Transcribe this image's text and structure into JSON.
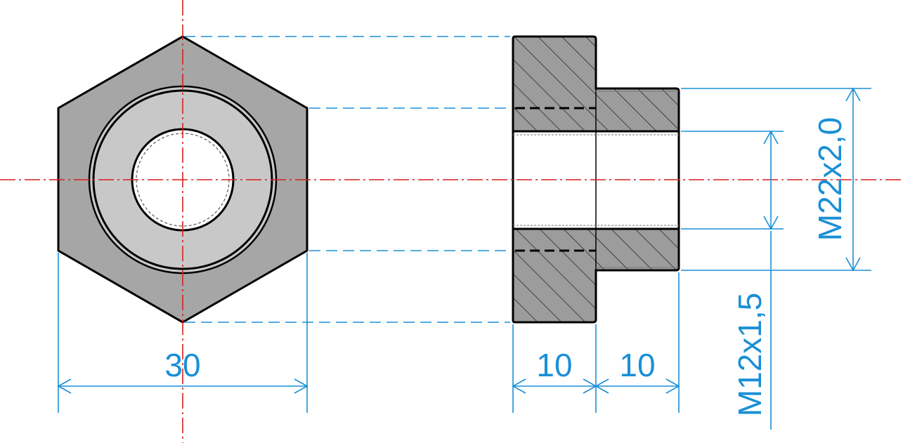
{
  "dimensions": {
    "hex_width": "30",
    "flange_length": "10",
    "spigot_length": "10",
    "outer_thread": "M22x2,0",
    "inner_thread": "M12x1,5"
  },
  "colors": {
    "centerline": "#d81e1e",
    "dimension": "#1a8fd6",
    "hex_fill": "#a6a6a6",
    "face_fill": "#c8c8c8",
    "section_fill": "#9c9c9c",
    "bore_fill": "#ffffff",
    "outline": "#000000"
  }
}
